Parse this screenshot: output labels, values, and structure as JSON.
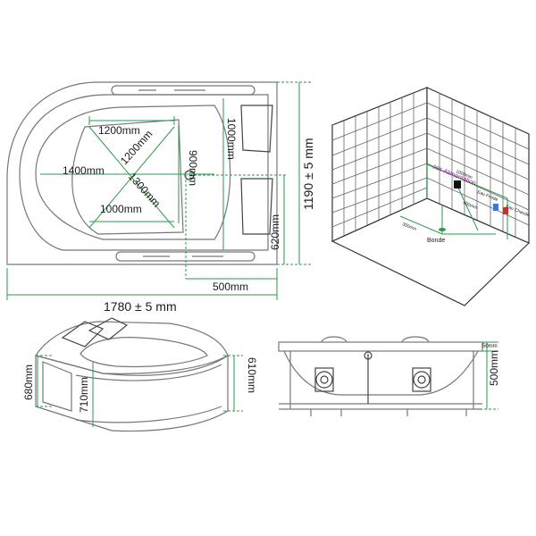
{
  "top_view": {
    "dim_1200_top": "1200mm",
    "dim_1200_diag": "1200mm",
    "dim_1400": "1400mm",
    "dim_1300": "1300mm",
    "dim_1000_bottom": "1000mm",
    "dim_900": "900mm",
    "dim_1000_vert": "1000mm",
    "dim_620": "620mm",
    "dim_500": "500mm",
    "dim_1190": "1190 ± 5 mm",
    "dim_1780": "1780 ± 5 mm"
  },
  "install_view": {
    "dim_1000": "1000mm",
    "alimentation": "Alimentation",
    "label_20x": "20X",
    "eau_froide": "Eau Froide",
    "eau_chaude": "Eau Chaude",
    "dim_300": "300mm",
    "dim_600": "600mm",
    "bonde": "Bonde",
    "colors": {
      "cold": "#2f7fd8",
      "hot": "#d42a2a",
      "purple": "#8a1a8a"
    }
  },
  "perspective_view": {
    "dim_680": "680mm",
    "dim_710": "710mm",
    "dim_610": "610mm"
  },
  "side_view": {
    "dim_50": "50mm",
    "dim_500": "500mm"
  }
}
